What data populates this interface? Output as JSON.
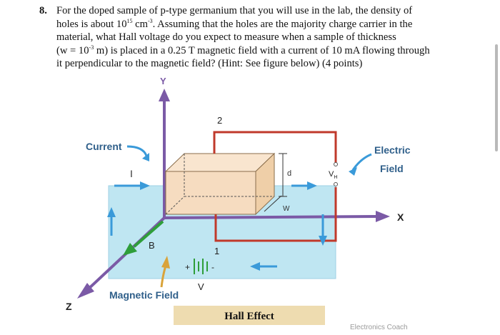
{
  "question": {
    "number": "8.",
    "lines": [
      "For the doped sample of p-type germanium that you will use in the lab, the density of",
      "holes is about 10",
      "15",
      " cm",
      "-3",
      ". Assuming that the holes are the majority charge carrier in the",
      "material, what Hall voltage do you expect to measure when a sample of thickness",
      "(w = 10",
      "-3",
      " m) is placed in a 0.25 T magnetic field with a current of 10 mA flowing through",
      "it perpendicular to the magnetic field? (Hint: See figure below) (4 points)"
    ]
  },
  "figure": {
    "axis_y": "Y",
    "axis_x": "X",
    "axis_z": "Z",
    "current_label": "Current",
    "current_symbol": "I",
    "electric_field_label_1": "Electric",
    "electric_field_label_2": "Field",
    "hall_voltage": "V",
    "hall_voltage_sub": "H",
    "dim_d": "d",
    "dim_w": "W",
    "b_label": "B",
    "magnetic_field_label": "Magnetic Field",
    "voltage_label": "V",
    "plus": "+",
    "minus": "-",
    "wire_1": "1",
    "wire_2": "2",
    "caption": "Hall Effect",
    "watermark": "Electronics Coach"
  },
  "colors": {
    "plane": "#bfe6f2",
    "axis": "#7b5aa6",
    "circuit": "#c0392b",
    "flow_arrow": "#3a9ad9",
    "block": "#f6dcc0",
    "b_arrow": "#2e9e3a",
    "caption_bg": "#eedcb0"
  }
}
